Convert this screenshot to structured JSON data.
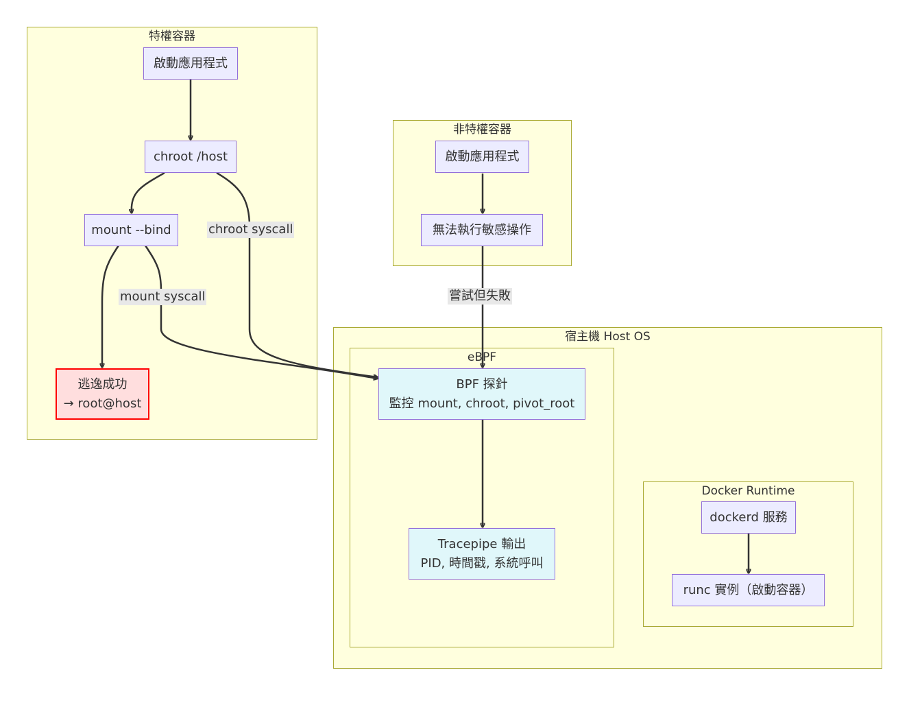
{
  "clusters": {
    "privileged": {
      "title": "特權容器"
    },
    "unprivileged": {
      "title": "非特權容器"
    },
    "host": {
      "title": "宿主機 Host OS"
    },
    "ebpf": {
      "title": "eBPF"
    },
    "docker": {
      "title": "Docker Runtime"
    }
  },
  "nodes": {
    "priv_start": {
      "label": "啟動應用程式"
    },
    "chroot_host": {
      "label": "chroot /host"
    },
    "mount_bind": {
      "label": "mount --bind"
    },
    "escape": {
      "line1": "逃逸成功",
      "line2": "→ root@host"
    },
    "unpriv_start": {
      "label": "啟動應用程式"
    },
    "no_sensitive": {
      "label": "無法執行敏感操作"
    },
    "bpf_probe": {
      "line1": "BPF 探針",
      "line2": "監控 mount, chroot, pivot_root"
    },
    "tracepipe": {
      "line1": "Tracepipe 輸出",
      "line2": "PID, 時間戳, 系統呼叫"
    },
    "dockerd": {
      "label": "dockerd 服務"
    },
    "runc": {
      "label": "runc 實例（啟動容器）"
    }
  },
  "edge_labels": {
    "chroot_syscall": "chroot syscall",
    "mount_syscall": "mount syscall",
    "try_fail": "嘗試但失敗"
  },
  "colors": {
    "cluster_fill": "#ffffde",
    "cluster_border": "#aaaa33",
    "node_fill": "#ececff",
    "node_border": "#9370db",
    "bpf_fill": "#e0f7fa",
    "escape_fill": "#ffdede",
    "escape_border": "#ff0000",
    "edge": "#333333"
  }
}
